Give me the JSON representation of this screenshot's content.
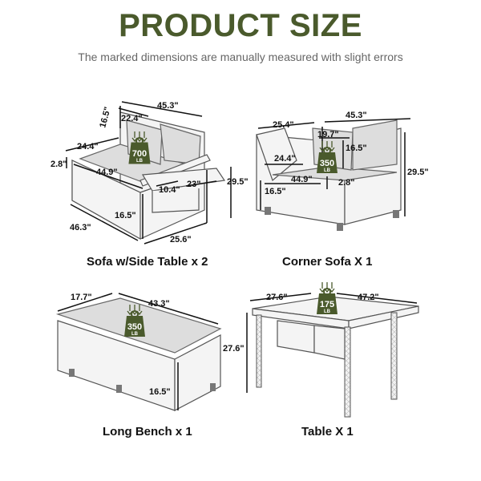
{
  "header": {
    "title": "PRODUCT SIZE",
    "subtitle": "The marked dimensions are manually measured with slight errors"
  },
  "colors": {
    "title": "#4a5a2c",
    "badge": "#4a5a2c"
  },
  "products": {
    "sofa": {
      "caption": "Sofa w/Side Table x 2",
      "load": "700",
      "unit": "LB",
      "dims": [
        "45.3\"",
        "22.4\"",
        "16.5\"",
        "24.4\"",
        "2.8\"",
        "44.9\"",
        "10.4\"",
        "23\"",
        "29.5\"",
        "16.5\"",
        "46.3\"",
        "25.6\""
      ]
    },
    "corner": {
      "caption": "Corner Sofa X 1",
      "load": "350",
      "unit": "LB",
      "dims": [
        "25.4\"",
        "45.3\"",
        "19.7\"",
        "16.5\"",
        "24.4\"",
        "29.5\"",
        "44.9\"",
        "2.8\"",
        "16.5\""
      ]
    },
    "bench": {
      "caption": "Long Bench x 1",
      "load": "350",
      "unit": "LB",
      "dims": [
        "17.7\"",
        "43.3\"",
        "16.5\""
      ]
    },
    "table": {
      "caption": "Table X 1",
      "load": "175",
      "unit": "LB",
      "dims": [
        "27.6\"",
        "47.2\"",
        "27.6\""
      ]
    }
  }
}
